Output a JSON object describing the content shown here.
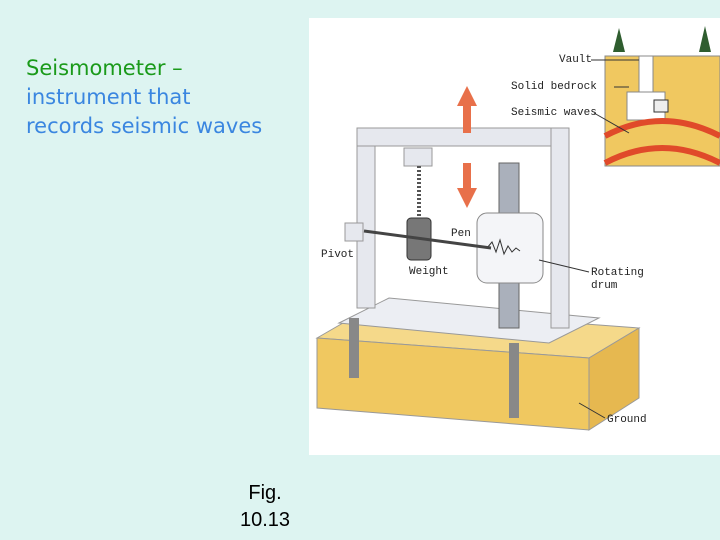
{
  "slide": {
    "title_term": "Seismometer –",
    "title_line2": "instrument that",
    "title_line3": "records seismic waves",
    "fig_line1": "Fig.",
    "fig_line2": "10.13"
  },
  "diagram": {
    "labels": {
      "vault": "Vault",
      "bedrock": "Solid bedrock",
      "waves": "Seismic waves",
      "pivot": "Pivot",
      "pen": "Pen",
      "weight": "Weight",
      "drum_1": "Rotating",
      "drum_2": "drum",
      "ground": "Ground"
    },
    "colors": {
      "ground": "#f0c860",
      "frame": "#e6e8ee",
      "wave": "#e04a2a",
      "arrow": "#e8704a"
    }
  }
}
